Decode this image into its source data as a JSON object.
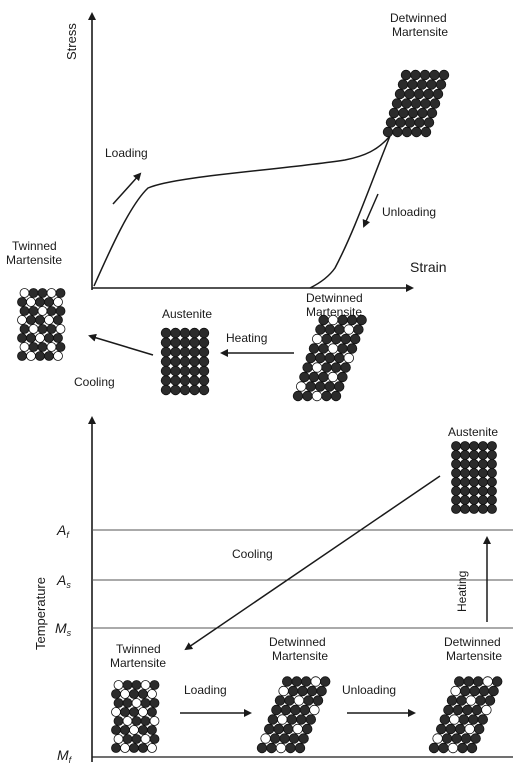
{
  "top_diagram": {
    "y_axis_label": "Stress",
    "x_axis_label": "Strain",
    "loading_label": "Loading",
    "unloading_label": "Unloading",
    "detwinned_top": [
      "Detwinned",
      "Martensite"
    ],
    "twinned_left": [
      "Twinned",
      "Martensite"
    ],
    "austenite_label": "Austenite",
    "detwinned_bottom": [
      "Detwinned",
      "Martensite"
    ],
    "heating_label": "Heating",
    "cooling_label": "Cooling"
  },
  "bottom_diagram": {
    "y_axis_label": "Temperature",
    "levels": [
      {
        "main": "A",
        "sub": "f"
      },
      {
        "main": "A",
        "sub": "s"
      },
      {
        "main": "M",
        "sub": "s"
      },
      {
        "main": "M",
        "sub": "f"
      }
    ],
    "austenite_label": "Austenite",
    "cooling_label": "Cooling",
    "heating_label": "Heating",
    "twinned_label": [
      "Twinned",
      "Martensite"
    ],
    "detwinned_mid": [
      "Detwinned",
      "Martensite"
    ],
    "detwinned_right": [
      "Detwinned",
      "Martensite"
    ],
    "loading_label": "Loading",
    "unloading_label": "Unloading"
  },
  "colors": {
    "ink": "#1a1a1a",
    "atom": "#2b2b2b",
    "atom_light": "#ffffff"
  }
}
